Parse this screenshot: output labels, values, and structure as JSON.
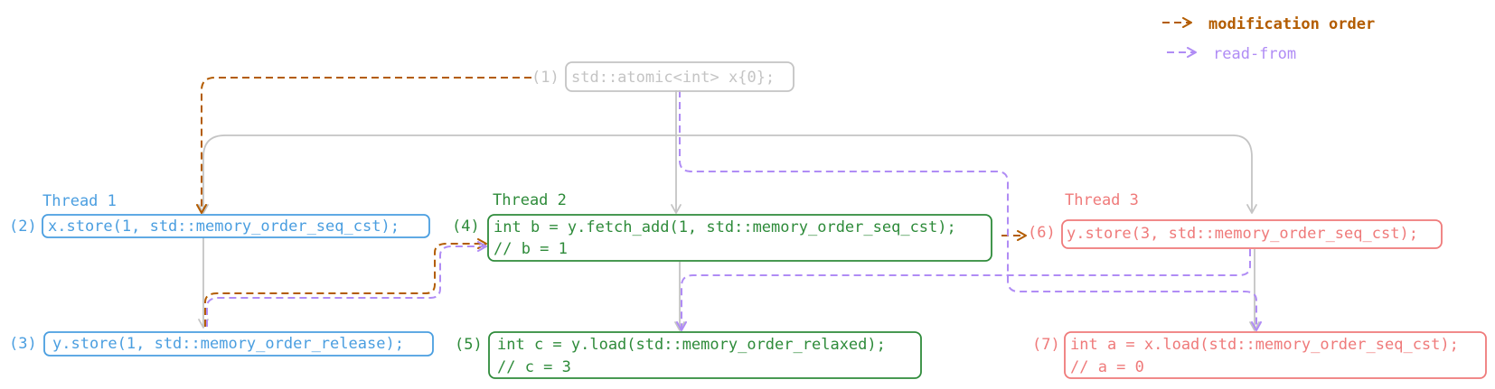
{
  "colors": {
    "modification": "#b35c00",
    "read_from": "#b08cf5",
    "gray": "#c4c4c4",
    "thread1": "#4a9ee0",
    "thread2": "#2e8b3a",
    "thread3": "#ef7a7a"
  },
  "legend": {
    "modification_order": "modification order",
    "read_from": "read-from"
  },
  "init": {
    "num": "(1)",
    "code": "std::atomic<int> x{0};"
  },
  "threads": {
    "t1": {
      "title": "Thread 1"
    },
    "t2": {
      "title": "Thread 2"
    },
    "t3": {
      "title": "Thread 3"
    }
  },
  "stmts": {
    "s2": {
      "num": "(2)",
      "line1": "x.store(1, std::memory_order_seq_cst);"
    },
    "s3": {
      "num": "(3)",
      "line1": "y.store(1, std::memory_order_release);"
    },
    "s4": {
      "num": "(4)",
      "line1": "int b = y.fetch_add(1, std::memory_order_seq_cst);",
      "line2": "// b = 1"
    },
    "s5": {
      "num": "(5)",
      "line1": "int c = y.load(std::memory_order_relaxed);",
      "line2": "// c = 3"
    },
    "s6": {
      "num": "(6)",
      "line1": "y.store(3, std::memory_order_seq_cst);"
    },
    "s7": {
      "num": "(7)",
      "line1": "int a = x.load(std::memory_order_seq_cst);",
      "line2": "// a = 0"
    }
  }
}
